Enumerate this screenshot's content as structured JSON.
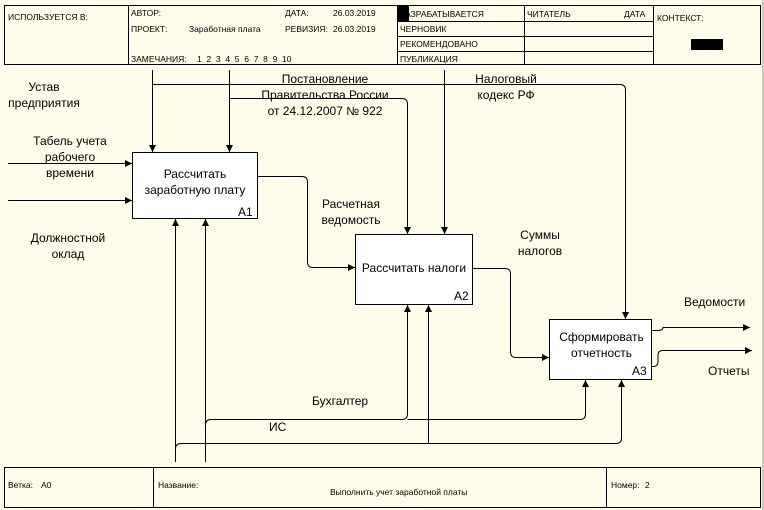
{
  "header": {
    "used_in": "ИСПОЛЬЗУЕТСЯ В:",
    "author_label": "АВТОР:",
    "date_label": "ДАТА:",
    "date_value": "26.03.2019",
    "project_label": "ПРОЕКТ:",
    "project_value": "Заработная плата",
    "revision_label": "РЕВИЗИЯ:",
    "revision_value": "26.03.2019",
    "notes_label": "ЗАМЕЧАНИЯ:",
    "notes_numbers": "1  2  3  4  5  6  7  8  9  10",
    "status": [
      "РАЗРАБАТЫВАЕТСЯ",
      "ЧЕРНОВИК",
      "РЕКОМЕНДОВАНО",
      "ПУБЛИКАЦИЯ"
    ],
    "reader_label": "ЧИТАТЕЛЬ",
    "reader_date_label": "ДАТА",
    "context_label": "КОНТЕКСТ:"
  },
  "boxes": [
    {
      "label": "Рассчитать заработную плату",
      "number": "A1"
    },
    {
      "label": "Рассчитать налоги",
      "number": "A2"
    },
    {
      "label": "Сформировать отчетность",
      "number": "A3"
    }
  ],
  "arrows": {
    "charter": "Устав предприятия",
    "timesheet": "Табель учета рабочего времени",
    "salary": "Должностной оклад",
    "decree": "Постановление Правительства России от 24.12.2007 № 922",
    "tax_code": "Налоговый кодекс РФ",
    "payroll": "Расчетная ведомость",
    "tax_sums": "Суммы налогов",
    "statements": "Ведомости",
    "reports": "Отчеты",
    "accountant": "Бухгалтер",
    "is": "ИС"
  },
  "footer": {
    "node_label": "Ветка:",
    "node_value": "A0",
    "title_label": "Название:",
    "title_value": "Выполнить учет заработной платы",
    "number_label": "Номер:",
    "number_value": "2"
  }
}
